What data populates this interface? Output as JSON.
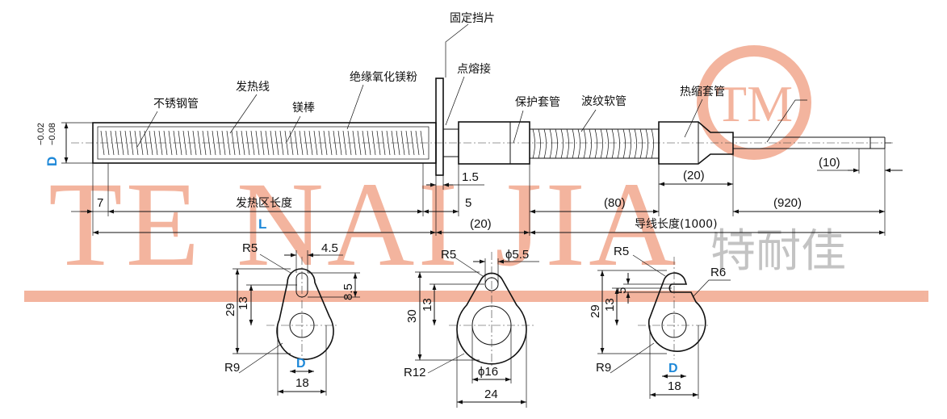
{
  "labels": {
    "fixed_plate": "固定挡片",
    "spot_weld": "点熔接",
    "heating_wire": "发热线",
    "magnesia_powder": "绝缘氧化镁粉",
    "stainless_tube": "不锈钢管",
    "magnesium_rod": "镁棒",
    "protective_sleeve": "保护套管",
    "corrugated_hose": "波纹软管",
    "heat_shrink": "热缩套管"
  },
  "dims": {
    "tol_upper": "−0.02",
    "tol_lower": "−0.08",
    "D": "D",
    "d_1_5": "1.5",
    "d_10": "(10)",
    "d_20": "(20)",
    "d_7": "7",
    "heating_zone": "发热区长度",
    "d_5": "5",
    "d_80": "(80)",
    "d_920": "(920)",
    "L": "L",
    "d_20b": "(20)",
    "lead_length": "导线长度(1000)"
  },
  "plates": {
    "p1": {
      "r_top": "R5",
      "w_slot": "4.5",
      "h_slot": "8.5",
      "h_total": "29",
      "h_center": "13",
      "r_bottom": "R9",
      "D": "D",
      "width": "18"
    },
    "p2": {
      "r_top": "R5",
      "phi_hole": "ϕ5.5",
      "h_total": "30",
      "h_center": "13",
      "r_bottom": "R12",
      "phi_big": "ϕ16",
      "width": "24"
    },
    "p3": {
      "r_top": "R5",
      "r_side": "R6",
      "h_slot": "5",
      "h_total": "29",
      "h_center": "13",
      "r_bottom": "R9",
      "D": "D",
      "width": "18"
    }
  },
  "watermark": {
    "latin": "TE NAI JIA",
    "cn": "特耐佳",
    "tm": "TM"
  },
  "colors": {
    "watermark": "#f1a88e",
    "accent": "#1e88d8",
    "line": "#111111"
  }
}
